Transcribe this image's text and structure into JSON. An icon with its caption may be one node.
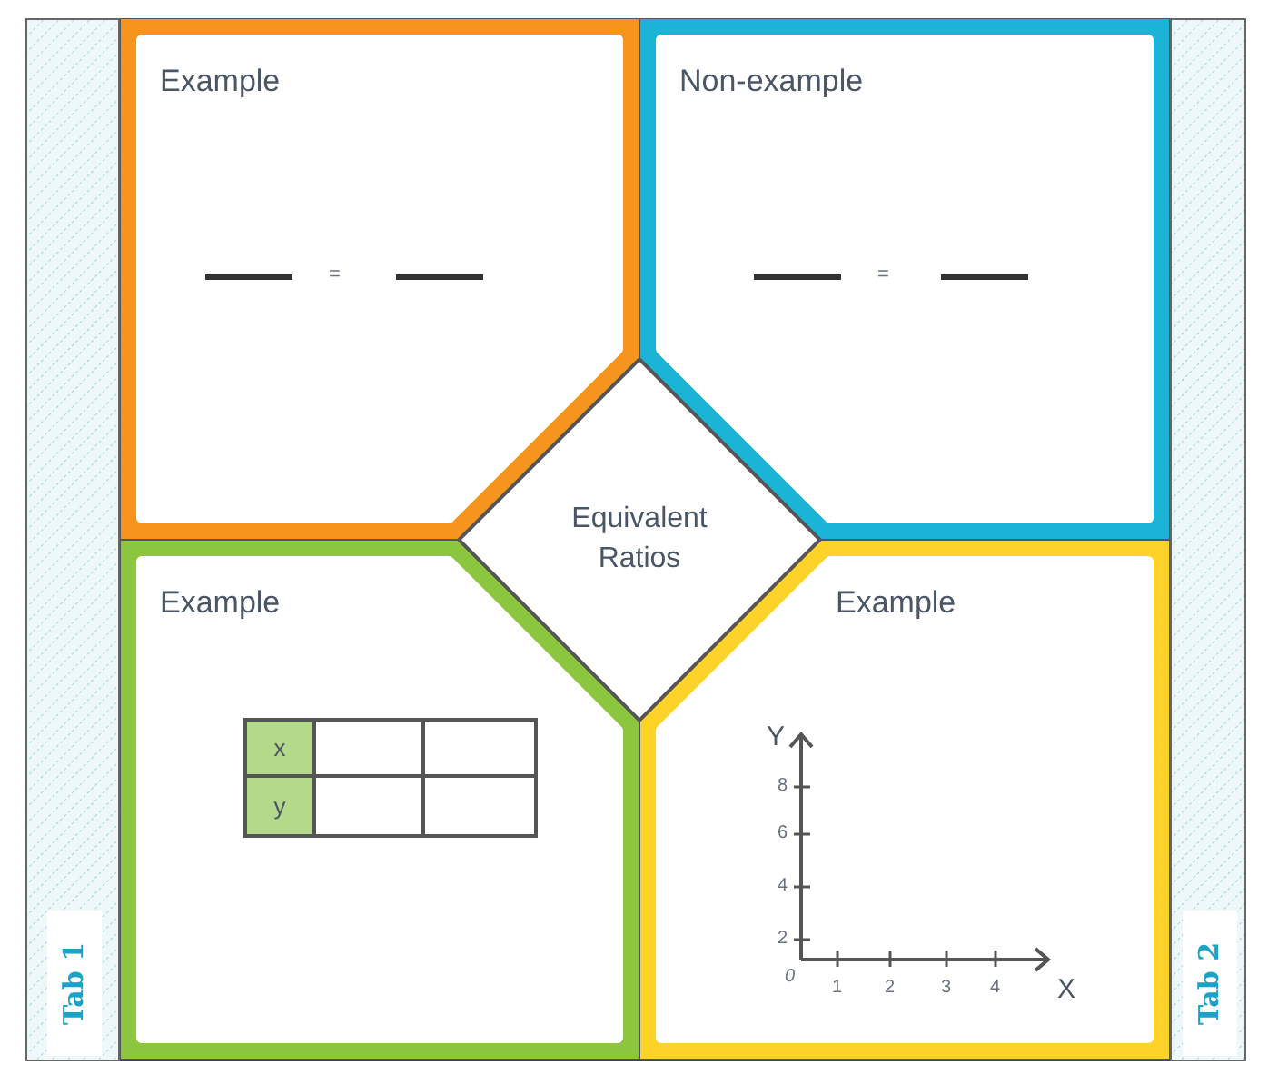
{
  "diagram": {
    "nodes": [
      {
        "text": [
          "Tab 1"
        ]
      },
      {
        "text": [
          "Tab 2"
        ]
      },
      {
        "text": [
          "Example"
        ]
      },
      {
        "text": [
          "Non-example"
        ]
      },
      {
        "text": [
          "Equivalent Ratios"
        ]
      },
      {
        "text": [
          "Example"
        ]
      },
      {
        "text": [
          "Example"
        ]
      }
    ],
    "labels": [
      "=",
      "=",
      "x",
      "y",
      "Y",
      "8",
      "6",
      "4",
      "2",
      "0",
      "1",
      "2",
      "3",
      "4",
      "X"
    ]
  }
}
